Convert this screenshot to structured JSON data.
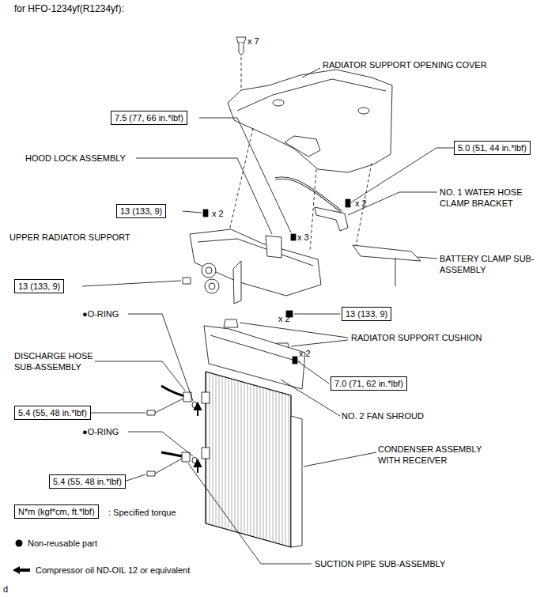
{
  "diagram": {
    "title": "for HFO-1234yf(R1234yf):",
    "nodes": [
      {
        "text": [
          "7.5 (77, 66 in.*lbf)"
        ]
      },
      {
        "text": [
          "5.0 (51, 44 in.*lbf)"
        ]
      },
      {
        "text": [
          "13 (133, 9)"
        ]
      },
      {
        "text": [
          "13 (133, 9)"
        ]
      },
      {
        "text": [
          "13 (133, 9)"
        ]
      },
      {
        "text": [
          "7.0 (71, 62 in.*lbf)"
        ]
      },
      {
        "text": [
          "5.4 (55, 48 in.*lbf)"
        ]
      },
      {
        "text": [
          "5.4 (55, 48 in.*lbf)"
        ]
      },
      {
        "text": [
          "N*m (kgf*cm, ft.*lbf)"
        ]
      }
    ],
    "labels": [
      "x 7",
      "RADIATOR SUPPORT OPENING COVER",
      "HOOD LOCK ASSEMBLY",
      "NO. 1 WATER HOSE CLAMP BRACKET",
      "x 2",
      "x 2",
      "UPPER RADIATOR SUPPORT",
      "x 3",
      "BATTERY CLAMP SUB-ASSEMBLY",
      "●O-RING",
      "x 2",
      "RADIATOR SUPPORT CUSHION",
      "x 2",
      "DISCHARGE HOSE SUB-ASSEMBLY",
      "NO. 2 FAN SHROUD",
      "●O-RING",
      "CONDENSER ASSEMBLY WITH RECEIVER",
      ": Specified torque",
      "SUCTION PIPE SUB-ASSEMBLY",
      "d"
    ],
    "legend": [
      {
        "text": "Non-reusable part"
      },
      {
        "text": "Compressor oil ND-OIL 12 or equivalent"
      }
    ]
  }
}
